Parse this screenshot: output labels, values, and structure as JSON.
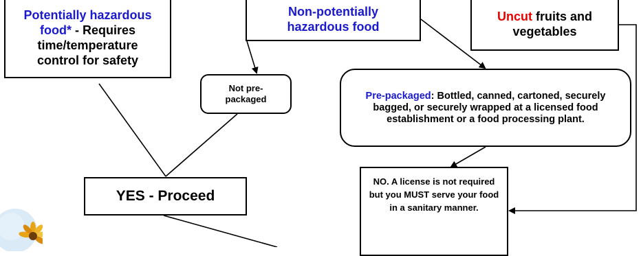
{
  "nodes": {
    "phf": {
      "line1": "Potentially hazardous",
      "line2_blue": "food*",
      "line2_black": " - Requires",
      "line3": "time/temperature",
      "line4": "control for safety"
    },
    "nphf": {
      "line1": "Non-potentially",
      "line2": "hazardous food"
    },
    "uncut": {
      "red_word": "Uncut",
      "line1_rest": " fruits and",
      "line2": "vegetables"
    },
    "not_prepackaged": {
      "line1": "Not pre-",
      "line2": "packaged"
    },
    "prepackaged": {
      "label": "Pre-packaged",
      "text": ": Bottled, canned, cartoned, securely bagged, or securely wrapped at a licensed food establishment or a food processing plant."
    },
    "yes": {
      "text": "YES - Proceed"
    },
    "no": {
      "text": "NO.  A license is not required but you MUST serve your food in a sanitary manner."
    }
  },
  "colors": {
    "blue": "#1a1acc",
    "red": "#e60000",
    "border": "#000000"
  },
  "icons": [
    "flower-logo-icon"
  ]
}
